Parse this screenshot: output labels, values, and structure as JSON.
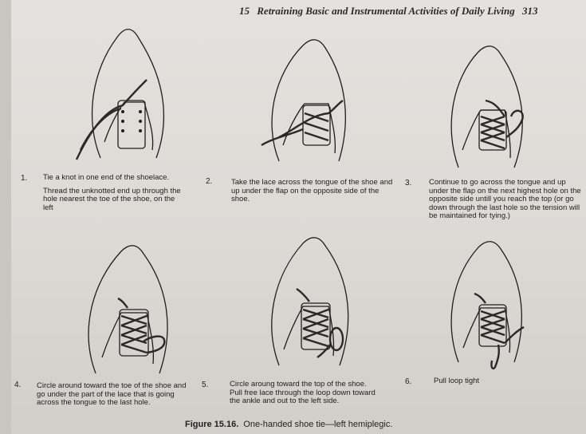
{
  "header": {
    "chapter_number": "15",
    "chapter_title": "Retraining Basic and Instrumental Activities of Daily Living",
    "page_number": "313"
  },
  "steps": [
    {
      "number": "1.",
      "paragraphs": [
        "Tie a knot in one end of the shoelace.",
        "Thread the unknotted end up through the hole nearest the toe of the shoe, on the left"
      ]
    },
    {
      "number": "2.",
      "paragraphs": [
        "Take the lace across the tongue of the shoe and up under the flap on the opposite side of the shoe."
      ]
    },
    {
      "number": "3.",
      "paragraphs": [
        "Continue to go across the tongue and up under the flap on the next highest hole on the opposite side untill you reach the top (or go down through the last hole so the tension will be maintained for tying.)"
      ]
    },
    {
      "number": "4.",
      "paragraphs": [
        "Circle around toward the toe of the shoe and go under the part of the lace that is going across the tongue to the last hole."
      ]
    },
    {
      "number": "5.",
      "paragraphs": [
        "Circle aroung toward the top of the shoe. Pull free lace through the loop down toward the ankle and out to the left side."
      ]
    },
    {
      "number": "6.",
      "paragraphs": [
        "Pull loop tight"
      ]
    }
  ],
  "figure_caption": {
    "label": "Figure 15.16.",
    "text": "One-handed shoe tie—left hemiplegic."
  }
}
